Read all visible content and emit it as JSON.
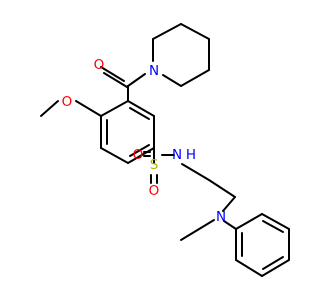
{
  "colors": {
    "background": "#ffffff",
    "bond": "#000000",
    "oxygen": "#ff0000",
    "nitrogen": "#0000ff",
    "sulfur": "#b2b200"
  },
  "labels": {
    "methoxy_o": "O",
    "carbonyl_o": "O",
    "piperidine_n": "N",
    "sulfur": "S",
    "sulfonyl_o_left": "O",
    "sulfonyl_o_bottom": "O",
    "sulfonamide_n": "N",
    "sulfonamide_h": "H",
    "aniline_n": "N"
  }
}
